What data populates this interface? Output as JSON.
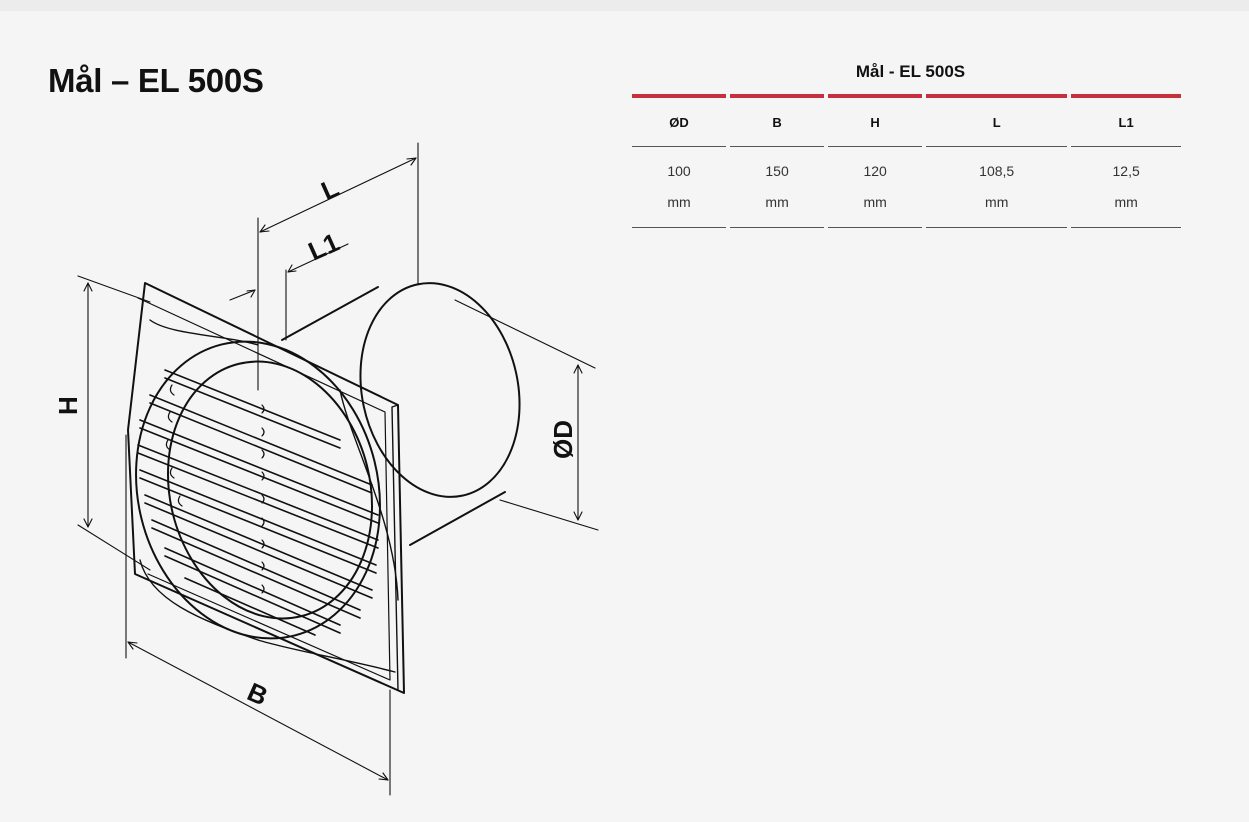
{
  "page": {
    "title": "Mål – EL 500S"
  },
  "drawing": {
    "labels": {
      "L": "L",
      "L1": "L1",
      "H": "H",
      "D": "ØD",
      "B": "B"
    }
  },
  "spec": {
    "title": "Mål - EL 500S",
    "columns": [
      "ØD",
      "B",
      "H",
      "L",
      "L1"
    ],
    "values": [
      {
        "value": "100",
        "unit": "mm"
      },
      {
        "value": "150",
        "unit": "mm"
      },
      {
        "value": "120",
        "unit": "mm"
      },
      {
        "value": "108,5",
        "unit": "mm"
      },
      {
        "value": "12,5",
        "unit": "mm"
      }
    ]
  }
}
